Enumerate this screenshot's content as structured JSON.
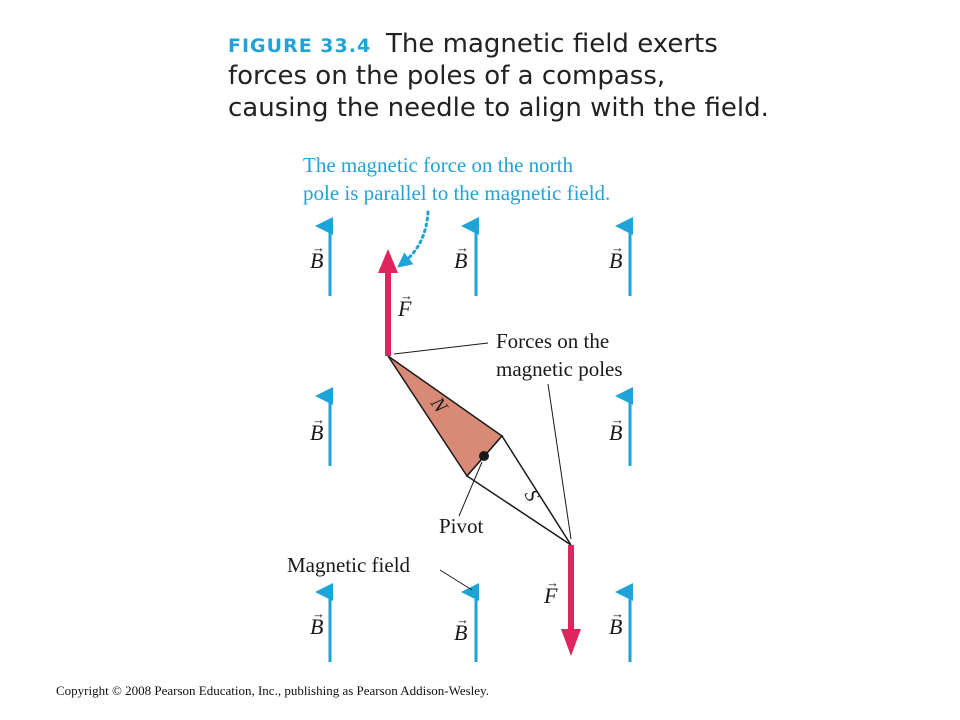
{
  "figure": {
    "label": "FIGURE 33.4",
    "title_lines": [
      "The magnetic field exerts",
      "forces on the poles of a compass,",
      "causing the needle to align with the field."
    ]
  },
  "callout": {
    "lines": [
      "The magnetic force on the north",
      "pole is parallel to the magnetic field."
    ]
  },
  "labels": {
    "forces_line1": "Forces on the",
    "forces_line2": "magnetic poles",
    "pivot": "Pivot",
    "magnetic_field": "Magnetic field"
  },
  "symbols": {
    "field": "B",
    "force": "F",
    "north": "N",
    "south": "S",
    "vector_arrow": "→"
  },
  "colors": {
    "field_arrow": "#1fa3d8",
    "force_arrow": "#e0245e",
    "needle_north": "#d98a76",
    "needle_south": "#ffffff",
    "figure_label": "#1fa3d8"
  },
  "copyright": "Copyright © 2008 Pearson Education, Inc., publishing as Pearson Addison-Wesley."
}
